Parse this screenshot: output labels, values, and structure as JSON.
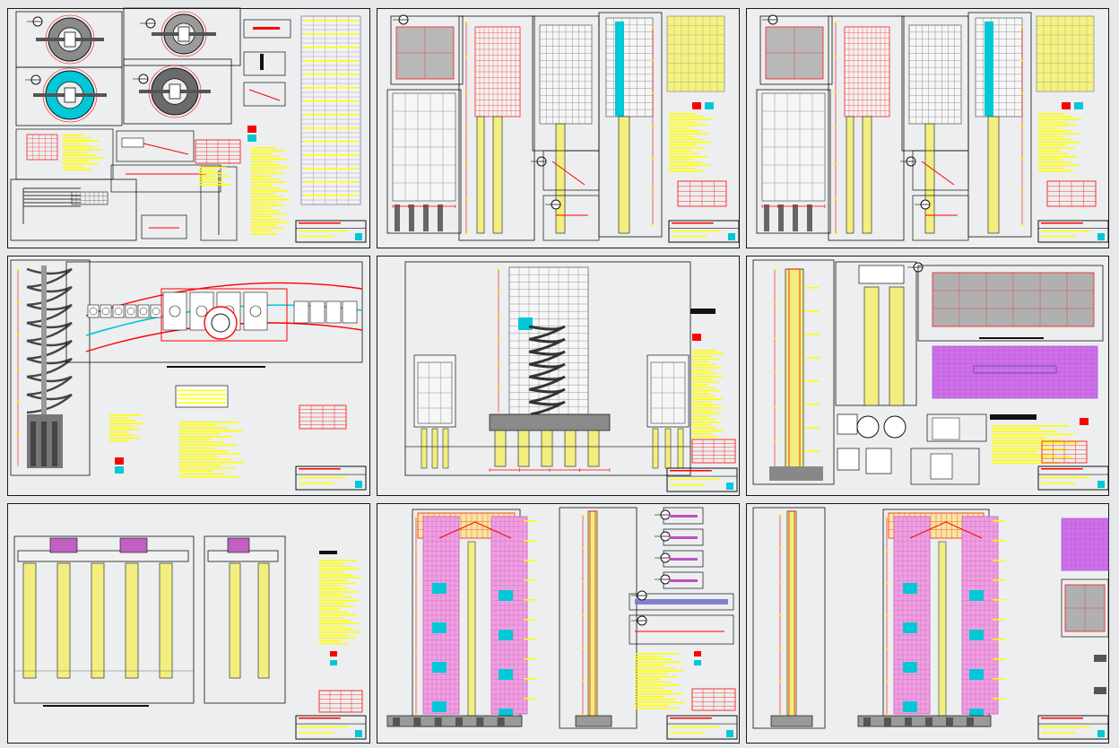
{
  "drawing": {
    "grid": {
      "columns": 3,
      "rows": 3
    },
    "colors": {
      "background": "#eceeef",
      "frame": "#111111",
      "annotation": "#ffff00",
      "dimension": "#ff0000",
      "section": "#00c8d8",
      "hatch_magenta": "#d040d0",
      "fill_dark": "#555555"
    },
    "sheets": [
      {
        "id": "sheet-1",
        "content": "circular-plans-and-schedule"
      },
      {
        "id": "sheet-2",
        "content": "column-elevations-and-details"
      },
      {
        "id": "sheet-3",
        "content": "column-elevations-and-details"
      },
      {
        "id": "sheet-4",
        "content": "curved-platform-plan-and-spiral-stair"
      },
      {
        "id": "sheet-5",
        "content": "tower-elevation-with-spiral-stair"
      },
      {
        "id": "sheet-6",
        "content": "column-section-and-slab-plans"
      },
      {
        "id": "sheet-7",
        "content": "pile-elevations"
      },
      {
        "id": "sheet-8",
        "content": "wall-reinforcement-elevation"
      },
      {
        "id": "sheet-9",
        "content": "wall-reinforcement-elevation"
      }
    ]
  }
}
